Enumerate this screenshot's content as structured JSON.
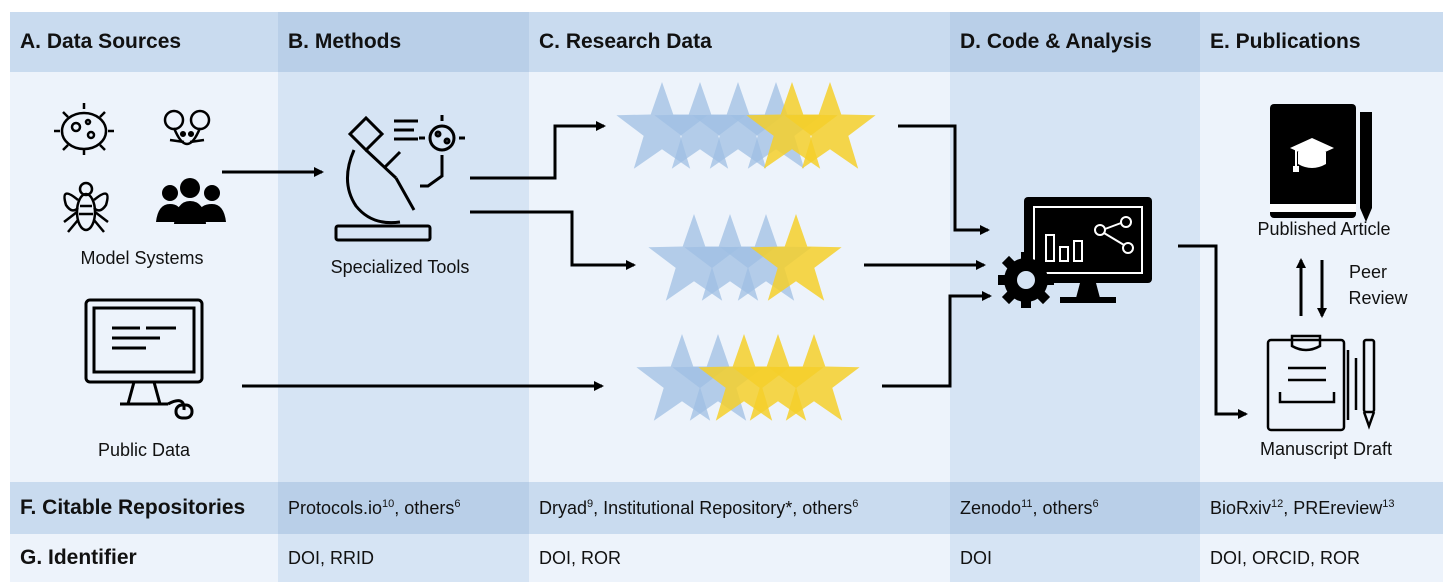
{
  "colors": {
    "header_light": "#c9dbef",
    "header_dark": "#b9cfe8",
    "body_light": "#edf3fb",
    "body_dark": "#d6e4f4",
    "star_blue": "#9fbfe3",
    "star_yellow": "#f5cf2a"
  },
  "columns": [
    {
      "header": "A. Data Sources"
    },
    {
      "header": "B. Methods"
    },
    {
      "header": "C. Research Data"
    },
    {
      "header": "D. Code & Analysis"
    },
    {
      "header": "E. Publications"
    }
  ],
  "sources": {
    "model_systems_label": "Model Systems",
    "public_data_label": "Public Data",
    "icons": [
      "bacteria-icon",
      "mouse-icon",
      "fly-icon",
      "people-icon",
      "computer-icon"
    ]
  },
  "methods": {
    "tools_label": "Specialized Tools",
    "icon": "microscope-icon"
  },
  "research_data": {
    "rows": [
      {
        "blue_stars": 4,
        "yellow_stars": 2
      },
      {
        "blue_stars": 3,
        "yellow_stars": 1
      },
      {
        "blue_stars": 2,
        "yellow_stars": 3
      }
    ]
  },
  "analysis": {
    "icon": "monitor-chart-gear-icon"
  },
  "publications": {
    "published_label": "Published Article",
    "peer_review_line1": "Peer",
    "peer_review_line2": "Review",
    "draft_label": "Manuscript Draft"
  },
  "repositories": {
    "label": "F. Citable Repositories",
    "cells": [
      {
        "parts": [
          {
            "t": "Protocols.io"
          },
          {
            "s": "10"
          },
          {
            "t": ", others"
          },
          {
            "s": "6"
          }
        ]
      },
      {
        "parts": [
          {
            "t": "Dryad"
          },
          {
            "s": "9"
          },
          {
            "t": ", Institutional Repository*, others"
          },
          {
            "s": "6"
          }
        ]
      },
      {
        "parts": [
          {
            "t": "Zenodo"
          },
          {
            "s": "11"
          },
          {
            "t": ", others"
          },
          {
            "s": "6"
          }
        ]
      },
      {
        "parts": [
          {
            "t": "BioRxiv"
          },
          {
            "s": "12"
          },
          {
            "t": ", PREreview"
          },
          {
            "s": "13"
          }
        ]
      }
    ]
  },
  "identifiers": {
    "label": "G. Identifier",
    "cells": [
      "DOI, RRID",
      "DOI, ROR",
      "DOI",
      "DOI, ORCID, ROR"
    ]
  }
}
